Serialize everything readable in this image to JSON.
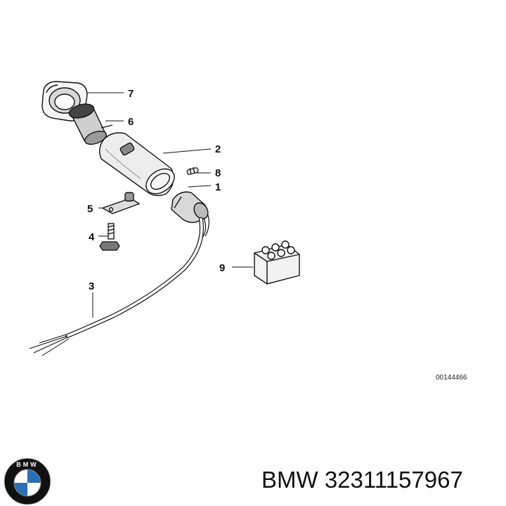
{
  "callouts": {
    "c1": "1",
    "c2": "2",
    "c3": "3",
    "c4": "4",
    "c5": "5",
    "c6": "6",
    "c7": "7",
    "c8": "8",
    "c9": "9"
  },
  "drawing_number": "00144466",
  "brand_caption": "BMW 32311157967",
  "logo": {
    "icon": "bmw-roundel-icon",
    "letters": "BMW",
    "colors": {
      "ring": "#111111",
      "blue": "#2a6fb8",
      "white": "#ffffff"
    }
  }
}
